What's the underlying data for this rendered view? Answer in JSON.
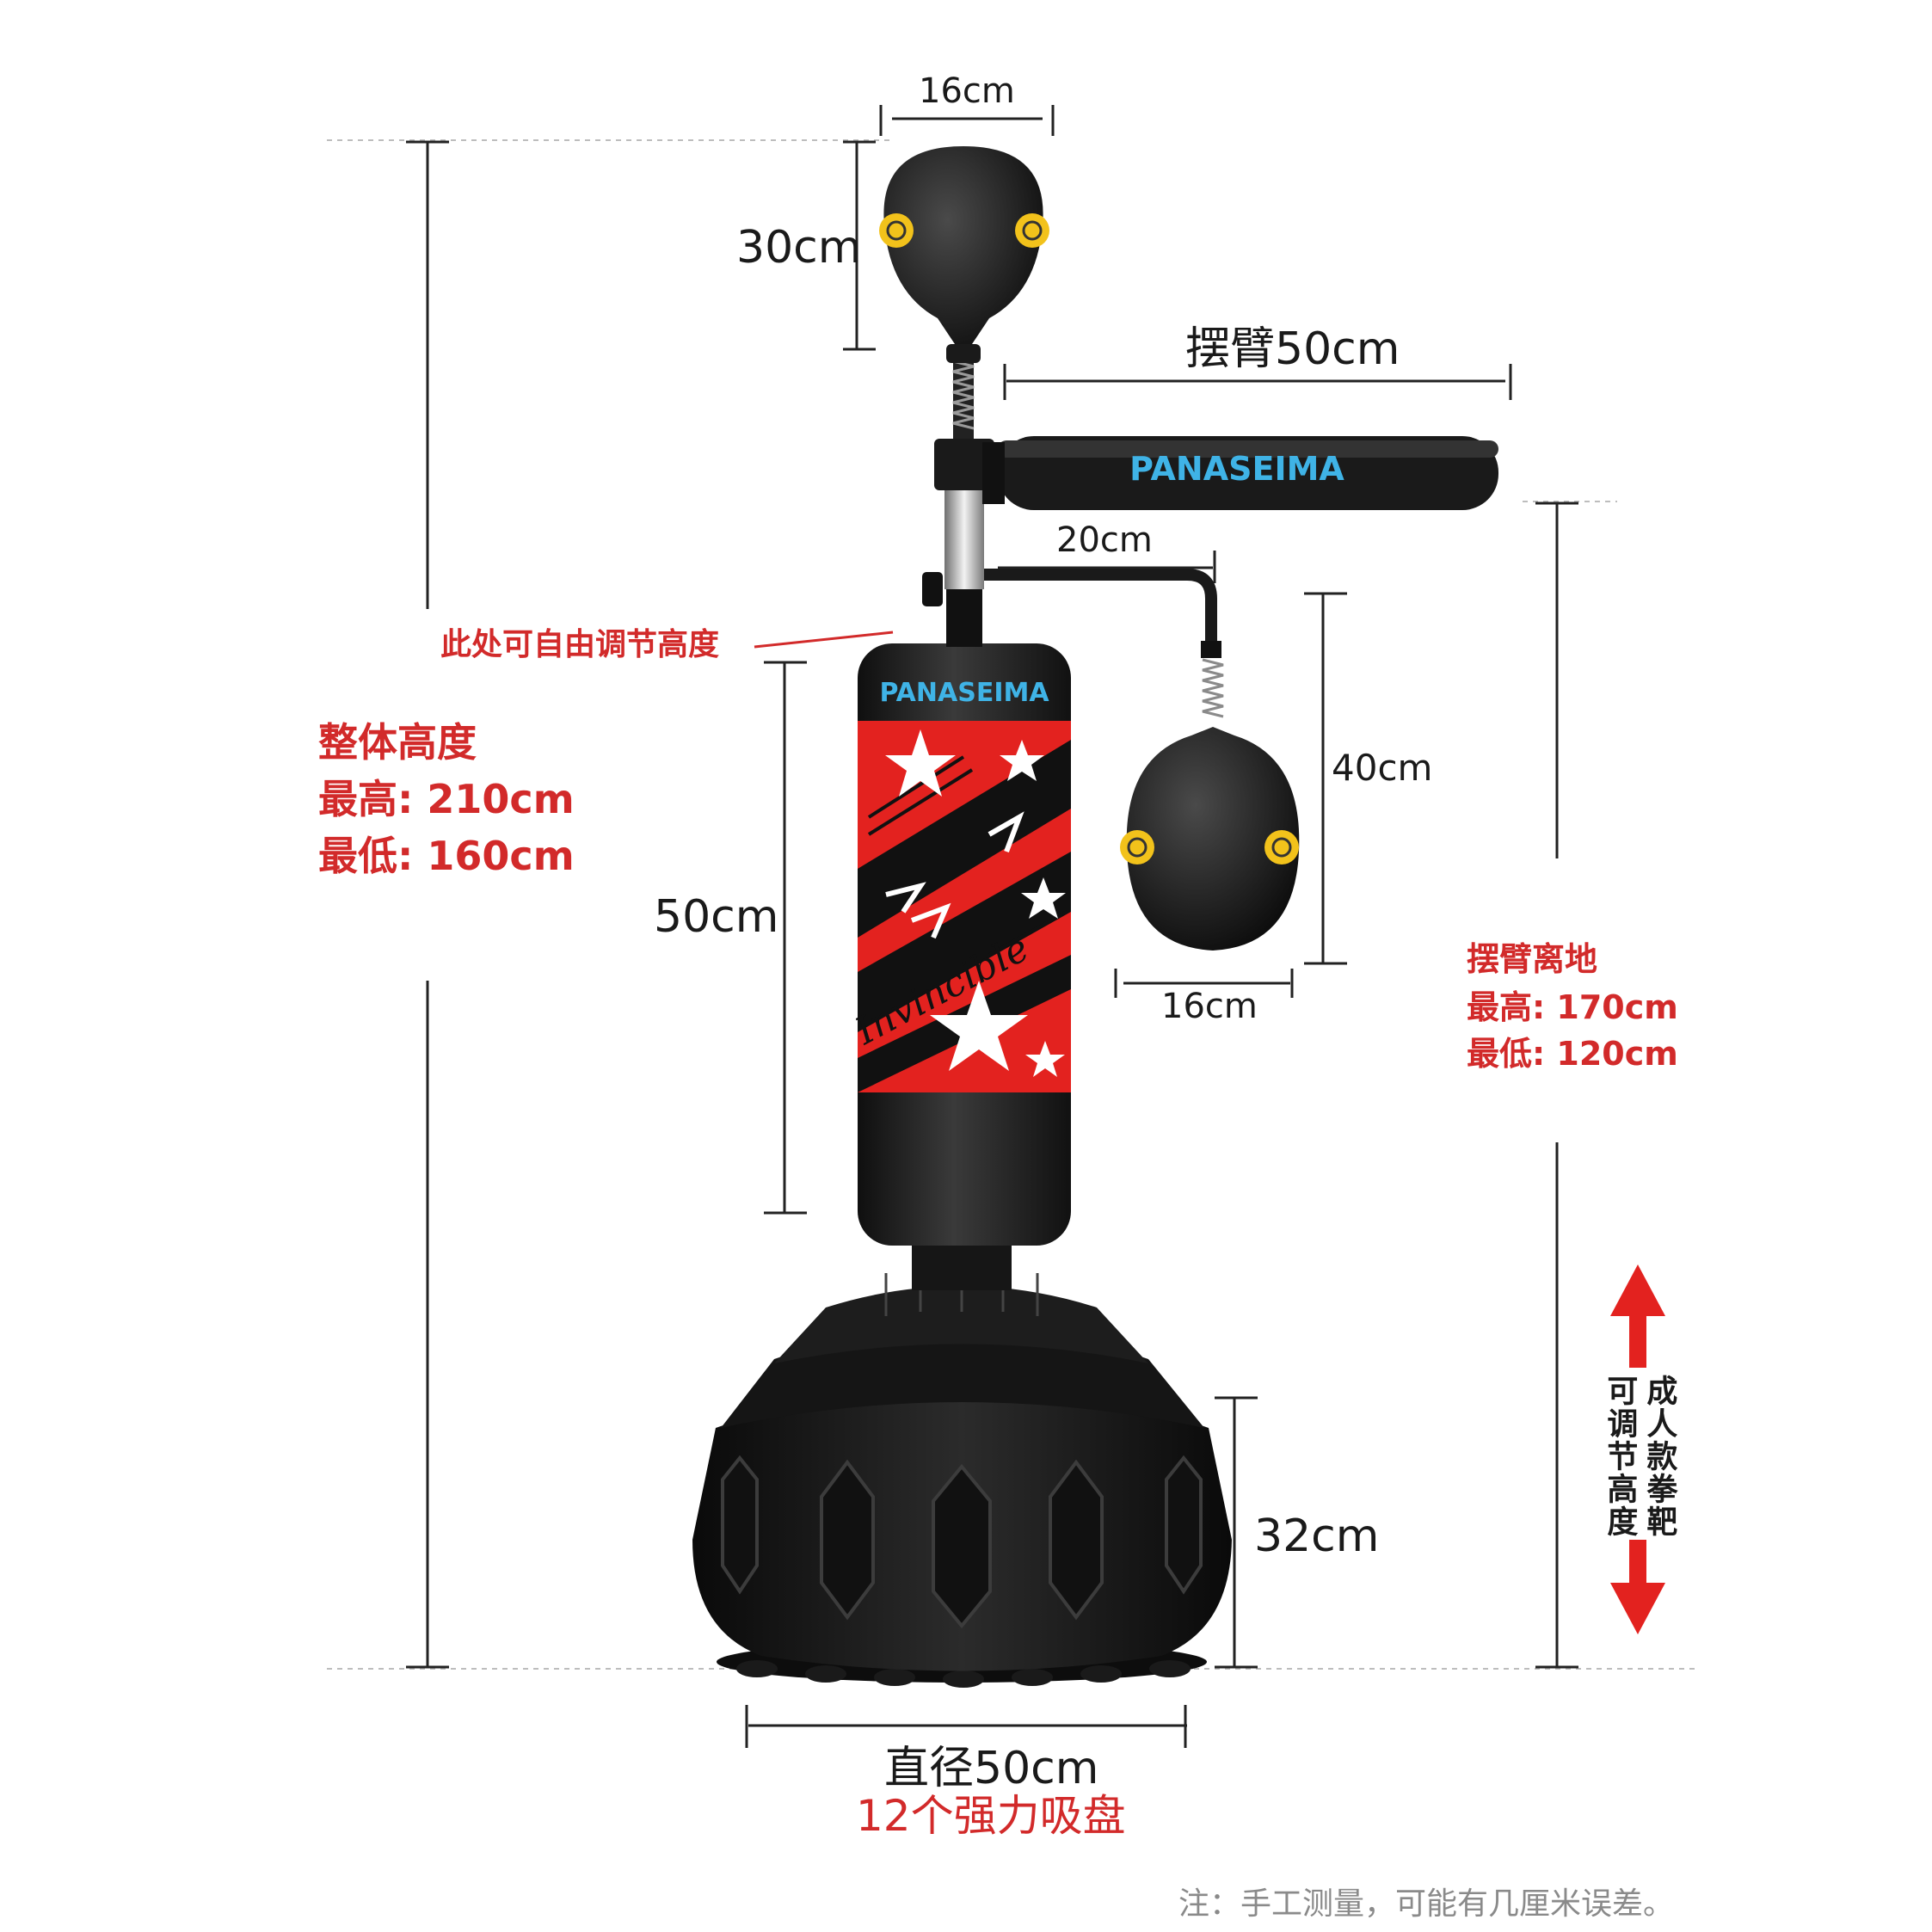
{
  "brand": "PANASEIMA",
  "script_text": "Invincible",
  "colors": {
    "accent_red": "#d22a2a",
    "body_black": "#1c1c1c",
    "target_yellow": "#f2c21b",
    "pad_red": "#e3221f"
  },
  "dimensions": {
    "top_ball_width": "16cm",
    "top_ball_height": "30cm",
    "swing_arm": "摆臂50cm",
    "bracket": "20cm",
    "side_ball_height": "40cm",
    "side_ball_width": "16cm",
    "bag": "50cm",
    "base_height": "32cm",
    "base_diameter": "直径50cm"
  },
  "adjust_note": "此处可自由调节高度",
  "overall_height": {
    "title": "整体高度",
    "max": "最高: 210cm",
    "min": "最低: 160cm"
  },
  "arm_height": {
    "title": "摆臂离地",
    "max": "最高: 170cm",
    "min": "最低: 120cm"
  },
  "suction": "12个强力吸盘",
  "vertical_labels": {
    "col1": "成人款拳靶",
    "col2": "可调节高度"
  },
  "footnote": "注：手工测量，可能有几厘米误差。",
  "icons": [
    "up-arrow-icon",
    "down-arrow-icon",
    "target-icon",
    "star-icon"
  ]
}
